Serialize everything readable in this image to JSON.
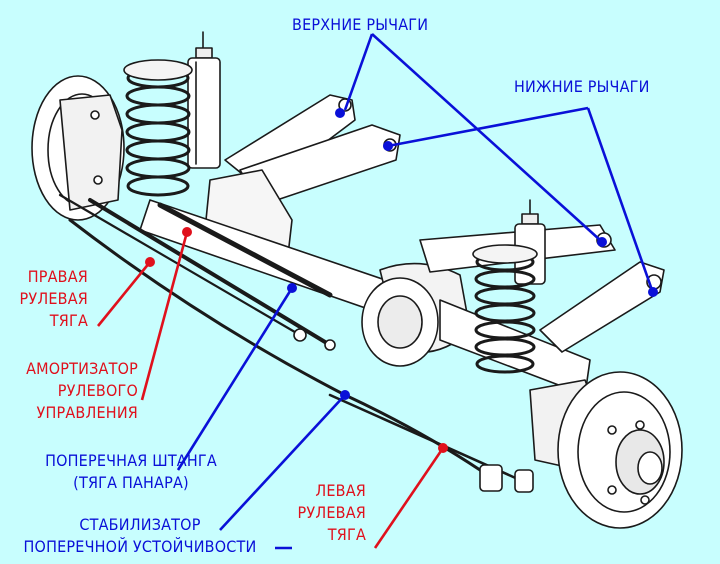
{
  "colors": {
    "background": "#c8fefe",
    "blue_label": "#0a10d8",
    "red_label": "#e0101c",
    "drawing_line": "#1a1a1a"
  },
  "labels": {
    "upper_arms": [
      "ВЕРХНИЕ РЫЧАГИ"
    ],
    "lower_arms": [
      "НИЖНИЕ  РЫЧАГИ"
    ],
    "right_tie_rod": [
      "ПРАВАЯ",
      "РУЛЕВАЯ",
      "ТЯГА"
    ],
    "steering_damper": [
      "АМОРТИЗАТОР",
      "РУЛЕВОГО",
      "УПРАВЛЕНИЯ"
    ],
    "panhard_rod": [
      "ПОПЕРЕЧНАЯ ШТАНГА",
      "(ТЯГА ПАНАРА)"
    ],
    "left_tie_rod": [
      "ЛЕВАЯ",
      "РУЛЕВАЯ",
      "ТЯГА"
    ],
    "stabilizer": [
      "СТАБИЛИЗАТОР",
      "ПОПЕРЕЧНОЙ УСТОЙЧИВОСТИ"
    ]
  }
}
